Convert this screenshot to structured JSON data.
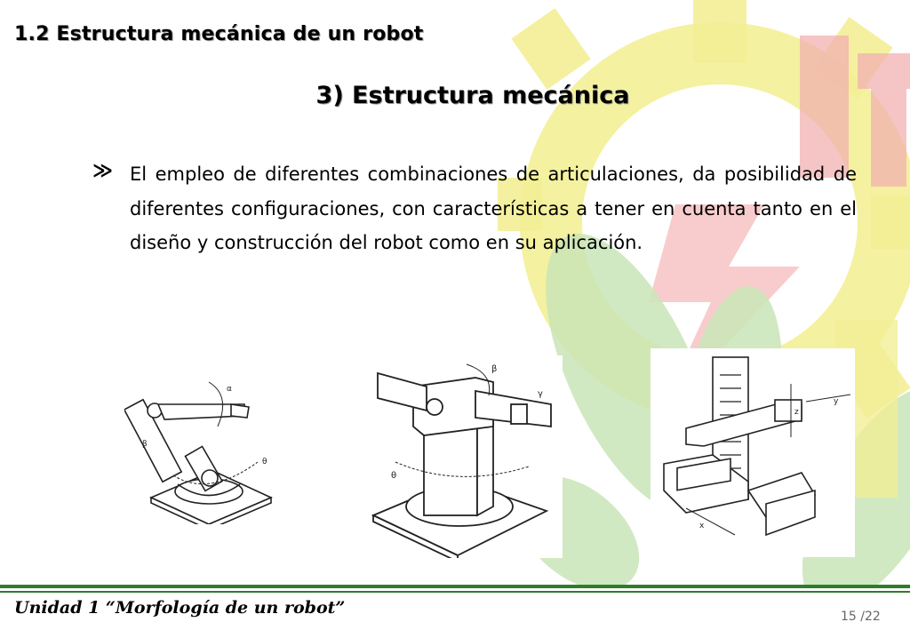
{
  "header": {
    "section_title": "1.2 Estructura mecánica de un robot",
    "slide_title": "3) Estructura mecánica"
  },
  "content": {
    "bullet_glyph": "≫",
    "bullet_text": "El empleo de diferentes combinaciones de articulaciones, da posibilidad de diferentes configuraciones, con características a tener en cuenta tanto en el diseño y construcción del robot como en su aplicación."
  },
  "figures": {
    "fig1_labels": [
      "α",
      "β",
      "θ"
    ],
    "fig2_labels": [
      "β",
      "γ",
      "θ"
    ],
    "fig3_labels": [
      "z",
      "y",
      "x"
    ]
  },
  "footer": {
    "unit_title": "Unidad 1 “Morfología de un robot”",
    "page_number": "15 /22"
  },
  "colors": {
    "accent_green": "#2e7d2b",
    "watermark_yellow": "#f3ef96",
    "watermark_red": "#f2b0b0",
    "watermark_green": "#c9e6b8"
  }
}
